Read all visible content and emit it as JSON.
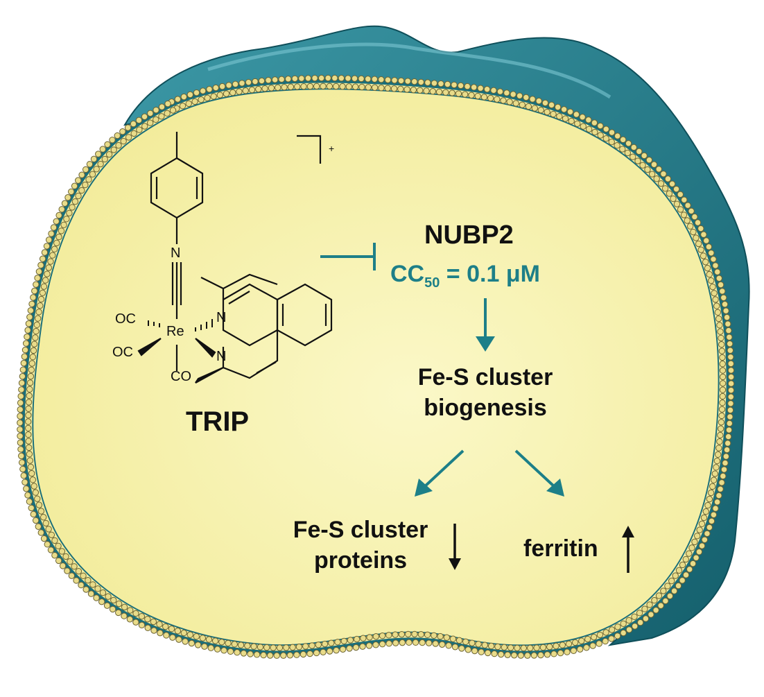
{
  "colors": {
    "cell_fill": "#f7f2a8",
    "membrane_teal": "#1a6e7a",
    "membrane_light": "#4fa8b4",
    "bead_fill": "#e9dc8a",
    "bead_stroke": "#6a6232",
    "teal_text": "#1d7f88",
    "black": "#111111"
  },
  "molecule": {
    "name": "TRIP",
    "charge": "+",
    "labels": {
      "metal": "Re",
      "co_top_left": "OC",
      "co_bottom_left": "OC",
      "co_bottom": "CO",
      "n_isonitrile": "N",
      "n_phen_top": "N",
      "n_phen_bottom": "N"
    }
  },
  "target": {
    "name": "NUBP2",
    "cc50_prefix": "CC",
    "cc50_subscript": "50",
    "cc50_value": " = 0.1 μM"
  },
  "process": {
    "line1": "Fe-S cluster",
    "line2": "biogenesis"
  },
  "outcomes": {
    "left_line1": "Fe-S cluster",
    "left_line2": "proteins",
    "left_direction": "down",
    "right_label": "ferritin",
    "right_direction": "up"
  }
}
